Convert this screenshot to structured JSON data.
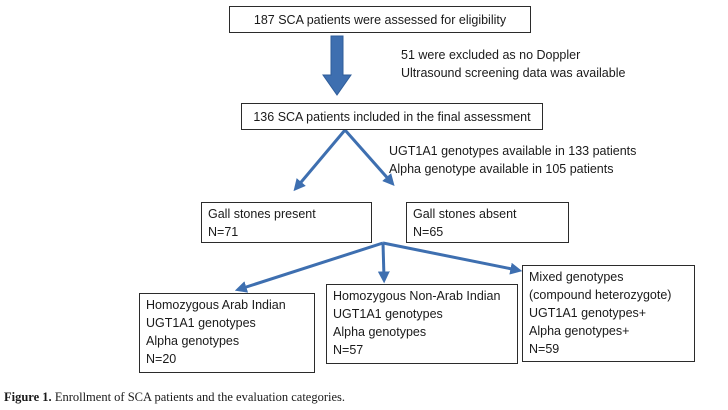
{
  "colors": {
    "arrow": "#3e6fb0",
    "box_border": "#2b2b2b"
  },
  "boxes": {
    "assessed": "187 SCA patients  were assessed for eligibility",
    "included": "136 SCA patients included in the final assessment",
    "present": [
      "Gall stones present",
      "N=71"
    ],
    "absent": [
      "Gall stones absent",
      "N=65"
    ],
    "arab": [
      "Homozygous  Arab Indian",
      "UGT1A1 genotypes",
      "Alpha genotypes",
      "N=20"
    ],
    "nonarab": [
      "Homozygous  Non-Arab Indian",
      "UGT1A1 genotypes",
      "Alpha genotypes",
      "N=57"
    ],
    "mixed": [
      "Mixed genotypes",
      "(compound heterozygote)",
      "UGT1A1 genotypes+",
      "Alpha genotypes+",
      "N=59"
    ]
  },
  "notes": {
    "excluded": [
      "51 were excluded as no Doppler",
      "Ultrasound screening data was available"
    ],
    "genotypes": [
      "UGT1A1 genotypes  available in 133 patients",
      "Alpha genotype available in 105 patients"
    ]
  },
  "caption": {
    "label": "Figure 1.",
    "text": " Enrollment of SCA patients and the evaluation categories."
  }
}
